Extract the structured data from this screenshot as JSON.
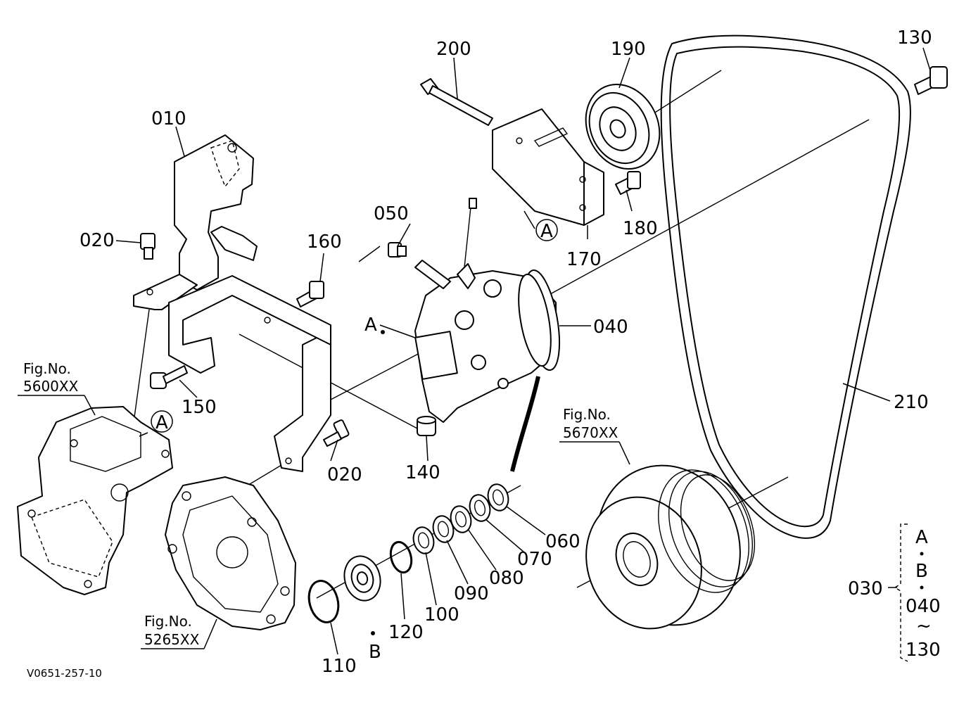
{
  "part_labels": {
    "p010": "010",
    "p020a": "020",
    "p020b": "020",
    "p030": "030",
    "p040": "040",
    "p050": "050",
    "p060": "060",
    "p070": "070",
    "p080": "080",
    "p090": "090",
    "p100": "100",
    "p110": "110",
    "p120": "120",
    "p130": "130",
    "p140": "140",
    "p150": "150",
    "p160": "160",
    "p170": "170",
    "p180": "180",
    "p190": "190",
    "p200": "200",
    "p210": "210"
  },
  "markers": {
    "A_point": "A",
    "A_circle1": "A",
    "A_circle2": "A",
    "B_point": "B"
  },
  "figure_refs": {
    "fig5600": {
      "line1": "Fig.No.",
      "line2": "5600XX"
    },
    "fig5670": {
      "line1": "Fig.No.",
      "line2": "5670XX"
    },
    "fig5265": {
      "line1": "Fig.No.",
      "line2": "5265XX"
    }
  },
  "range_bracket": {
    "top": "A",
    "mid": "B",
    "from": "040",
    "tilde": "~",
    "to": "130"
  },
  "drawing_code": "V0651-257-10"
}
